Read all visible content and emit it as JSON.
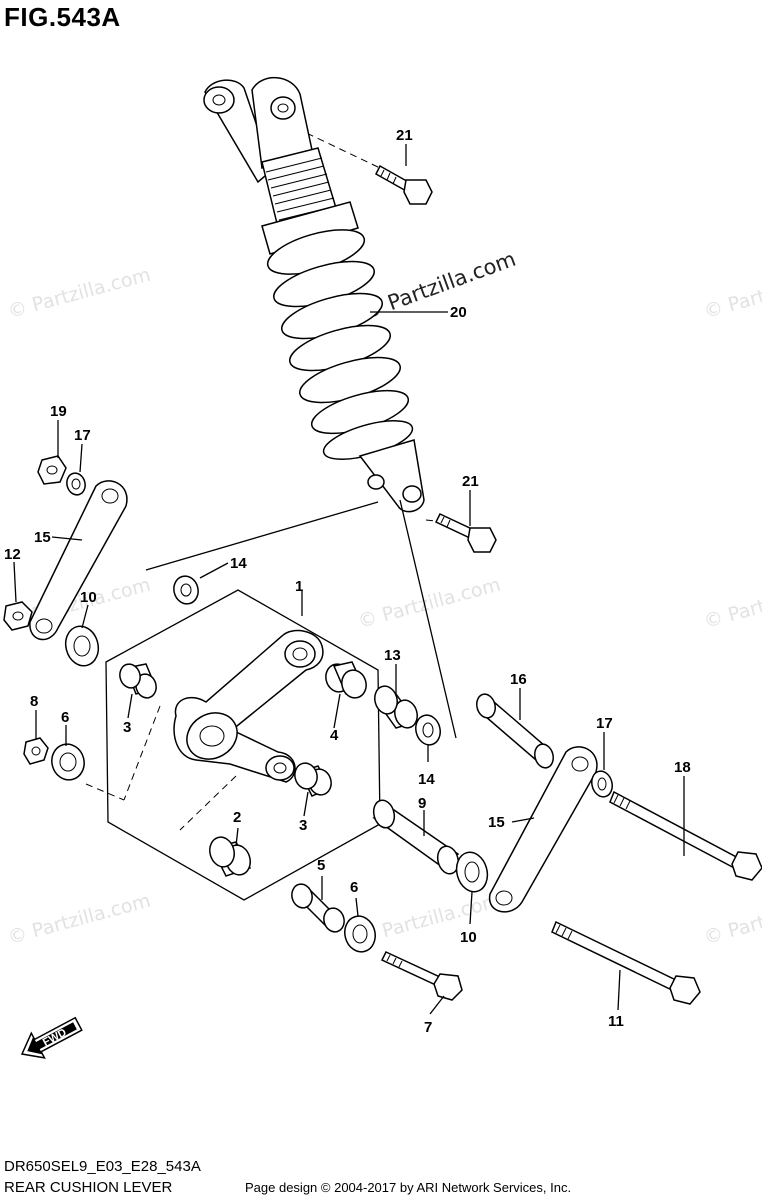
{
  "figure": {
    "title": "FIG.543A",
    "code": "DR650SEL9_E03_E28_543A",
    "name": "REAR CUSHION LEVER"
  },
  "credit": "Page design © 2004-2017 by ARI Network Services, Inc.",
  "watermark": "© Partzilla.com",
  "fwd_label": "FWD",
  "callouts": [
    "1",
    "2",
    "3",
    "3",
    "4",
    "5",
    "6",
    "6",
    "7",
    "8",
    "9",
    "10",
    "10",
    "11",
    "12",
    "13",
    "14",
    "14",
    "15",
    "15",
    "16",
    "17",
    "17",
    "18",
    "19",
    "20",
    "21",
    "21"
  ]
}
